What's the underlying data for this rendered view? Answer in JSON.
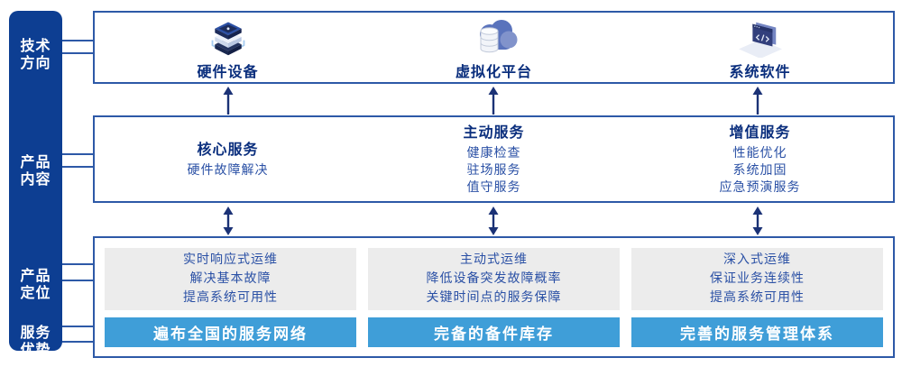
{
  "colors": {
    "sidebar_bg": "#0d3e92",
    "box_border": "#2d59a7",
    "title_text": "#0a2e7d",
    "body_text": "#2a50a5",
    "highlight_bar_bg": "#3f9ed8",
    "highlight_bar_text": "#ffffff",
    "gray_panel": "#ececec",
    "arrow": "#1b3276"
  },
  "sidebar": {
    "items": [
      {
        "line1": "技术",
        "line2": "方向"
      },
      {
        "line1": "产品",
        "line2": "内容"
      },
      {
        "line1": "产品",
        "line2": "定位"
      },
      {
        "line1": "服务",
        "line2": "优势"
      }
    ]
  },
  "tech_row": {
    "items": [
      {
        "icon": "server-stack-icon",
        "label": "硬件设备"
      },
      {
        "icon": "cloud-database-icon",
        "label": "虚拟化平台"
      },
      {
        "icon": "code-window-icon",
        "label": "系统软件"
      }
    ]
  },
  "content_row": {
    "columns": [
      {
        "title": "核心服务",
        "items": [
          "硬件故障解决"
        ]
      },
      {
        "title": "主动服务",
        "items": [
          "健康检查",
          "驻场服务",
          "值守服务"
        ]
      },
      {
        "title": "增值服务",
        "items": [
          "性能优化",
          "系统加固",
          "应急预演服务"
        ]
      }
    ]
  },
  "position_row": {
    "columns": [
      {
        "points": [
          "实时响应式运维",
          "解决基本故障",
          "提高系统可用性"
        ],
        "highlight": "遍布全国的服务网络"
      },
      {
        "points": [
          "主动式运维",
          "降低设备突发故障概率",
          "关键时间点的服务保障"
        ],
        "highlight": "完备的备件库存"
      },
      {
        "points": [
          "深入式运维",
          "保证业务连续性",
          "提高系统可用性"
        ],
        "highlight": "完善的服务管理体系"
      }
    ]
  }
}
